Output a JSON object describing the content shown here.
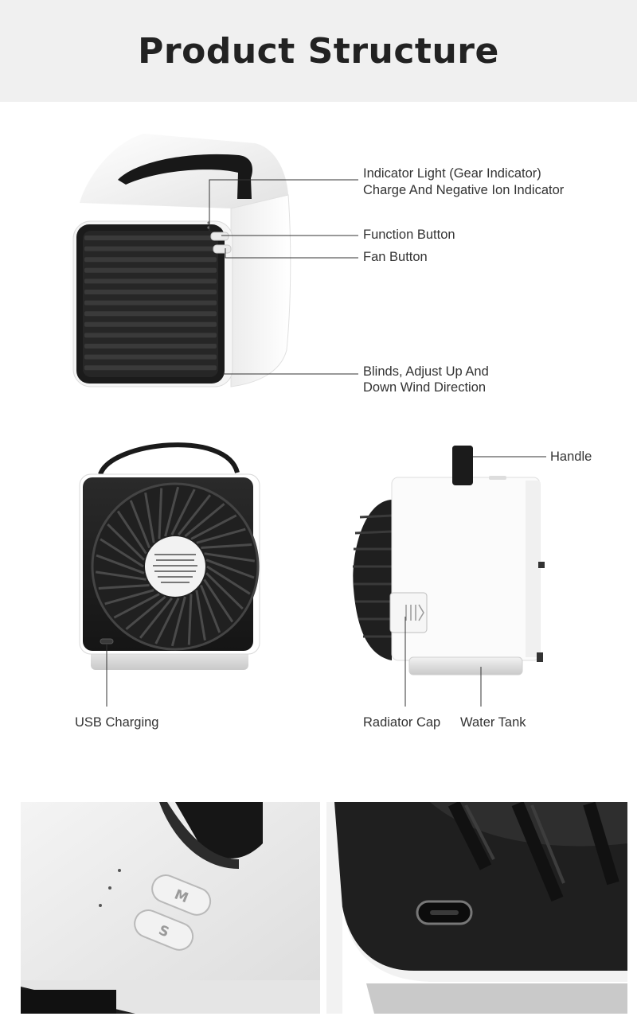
{
  "header": {
    "title": "Product Structure"
  },
  "labels": {
    "indicator_line1": "Indicator Light (Gear Indicator)",
    "indicator_line2": "Charge And Negative Ion Indicator",
    "function_button": "Function Button",
    "fan_button": "Fan Button",
    "blinds_line1": "Blinds, Adjust Up And",
    "blinds_line2": "Down Wind Direction",
    "handle": "Handle",
    "usb_charging": "USB Charging",
    "radiator_cap": "Radiator Cap",
    "water_tank": "Water Tank"
  },
  "button_glyphs": {
    "mode": "M",
    "speed": "S"
  },
  "colors": {
    "header_bg": "#f0f0f0",
    "device_white": "#f7f7f7",
    "device_black": "#1c1c1c",
    "leader_line": "#333333"
  }
}
